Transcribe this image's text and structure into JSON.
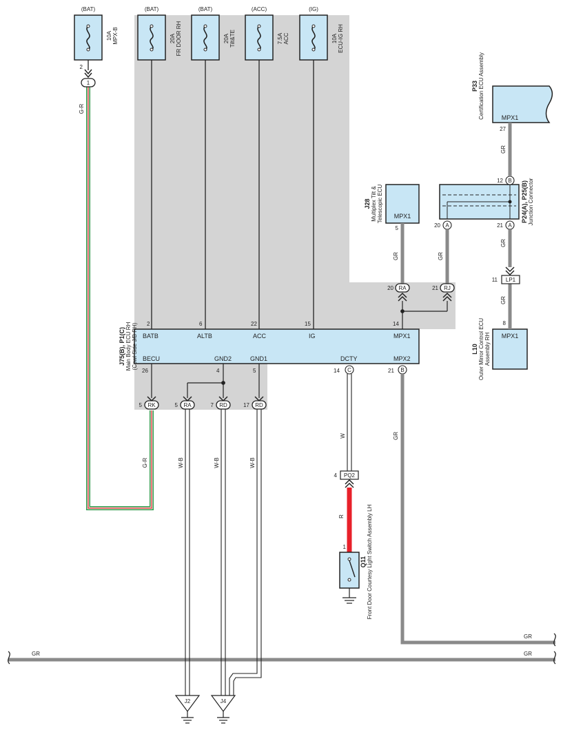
{
  "fuses": [
    {
      "source": "(BAT)",
      "rating": "10A",
      "name": "MPX-B",
      "pin": "2"
    },
    {
      "source": "(BAT)",
      "rating": "20A",
      "name": "FR DOOR RH"
    },
    {
      "source": "(BAT)",
      "rating": "20A",
      "name": "Tilt&TE"
    },
    {
      "source": "(ACC)",
      "rating": "7.5A",
      "name": "ACC"
    },
    {
      "source": "(IG)",
      "rating": "10A",
      "name": "ECU-IG RH"
    }
  ],
  "main_ecu": {
    "code": "J75(B), P1(C)",
    "name": "Main Body ECU RH",
    "sub": "(Cowl Side J/B RH)",
    "top_pins": [
      {
        "num": "2",
        "label": "BATB"
      },
      {
        "num": "6",
        "label": "ALTB"
      },
      {
        "num": "22",
        "label": "ACC"
      },
      {
        "num": "15",
        "label": "IG"
      },
      {
        "num": "14",
        "label": "MPX1"
      }
    ],
    "bottom_pins": [
      {
        "num": "26",
        "label": "BECU"
      },
      {
        "num": "4",
        "label": "GND2"
      },
      {
        "num": "5",
        "label": "GND1"
      },
      {
        "num": "14",
        "label": "DCTY",
        "conn": "C"
      },
      {
        "num": "21",
        "label": "MPX2",
        "conn": "B"
      }
    ]
  },
  "j28": {
    "code": "J28",
    "name": "Multiplex Tilt &",
    "name2": "Telescopic ECU",
    "pin_label": "MPX1",
    "pin": "5"
  },
  "p33": {
    "code": "P33",
    "name": "Certification ECU Assembly",
    "pin_label": "MPX1",
    "pin": "27"
  },
  "junction": {
    "code": "P24(A), P25(B)",
    "name": "Junction Connector",
    "pin_top": "12",
    "conn_top": "B",
    "pin_left": "20",
    "conn_left": "A",
    "pin_right": "21",
    "conn_right": "A"
  },
  "l10": {
    "code": "L10",
    "name": "Outer Mirror Control ECU",
    "name2": "Assembly RH",
    "pin_label": "MPX1",
    "pin": "8"
  },
  "q11": {
    "code": "Q11",
    "name": "Front Door Courtesy Light Switch Assembly LH",
    "pin": "1"
  },
  "inline_connectors": {
    "c1": {
      "pin": "",
      "label": "1"
    },
    "ra_top": {
      "pin": "20",
      "label": "RA"
    },
    "rj_top": {
      "pin": "21",
      "label": "RJ"
    },
    "lp1": {
      "pin": "11",
      "label": "LP1"
    },
    "pq2": {
      "pin": "4",
      "label": "PQ2"
    },
    "rk": {
      "pin": "5",
      "label": "RK"
    },
    "ra_bot": {
      "pin": "5",
      "label": "RA"
    },
    "rd1": {
      "pin": "7",
      "label": "RD"
    },
    "rd2": {
      "pin": "17",
      "label": "RD"
    }
  },
  "wire_colors": {
    "g_r": "G-R",
    "gr": "GR",
    "w": "W",
    "w_b": "W-B",
    "r": "R"
  },
  "grounds": {
    "j2": "J2",
    "j4": "J4"
  },
  "colors": {
    "box_fill": "#c8e6f5",
    "jb_shade": "#d4d4d4",
    "wire_gray": "#8a8a8a",
    "wire_red": "#e8202a",
    "wire_green": "#2e9a4a"
  }
}
